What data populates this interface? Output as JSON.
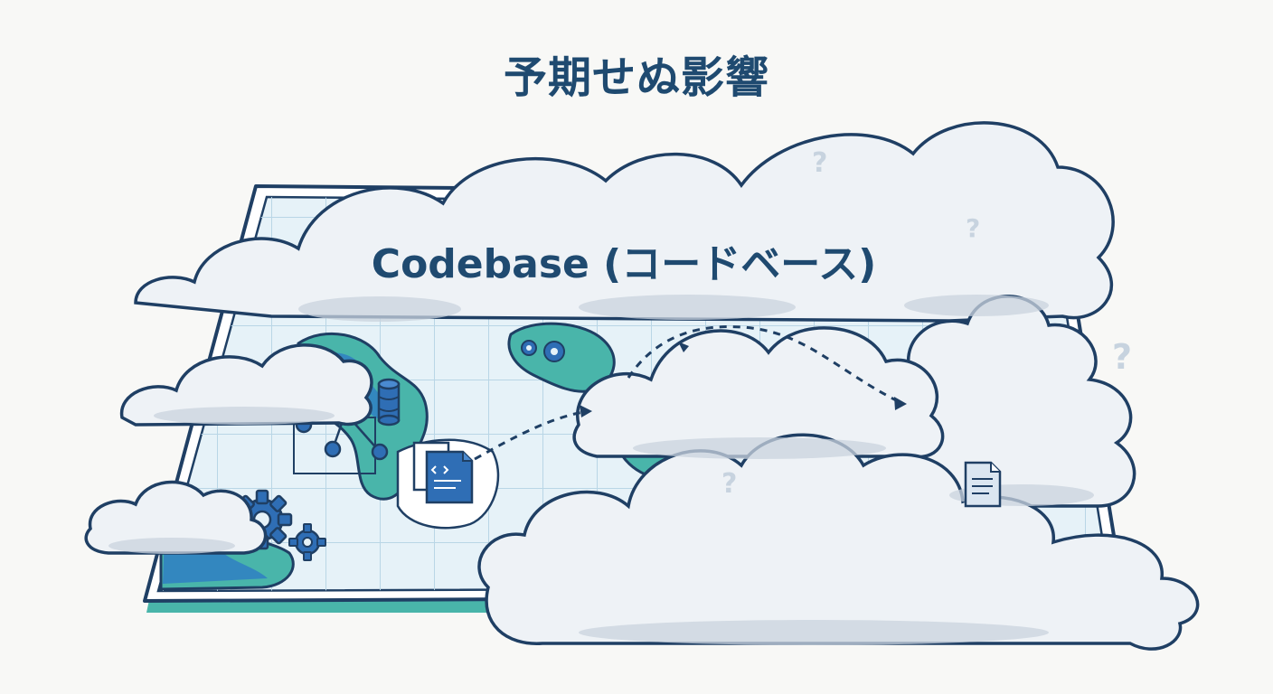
{
  "header": {
    "title": "予期せぬ影響"
  },
  "map": {
    "label": "Codebase (コードベース)",
    "question_mark": "?"
  },
  "icons": {
    "gears": "gear-icon",
    "database": "database-icon",
    "graph": "dependency-graph-icon",
    "code_file": "code-file-icon",
    "document": "document-icon",
    "dashed_path": "dashed-arrow-path"
  },
  "colors": {
    "navy": "#1f3f64",
    "teal": "#49b5aa",
    "map_water": "#e6f2f8",
    "cloud": "#eef2f6",
    "cloud_shadow": "#c9d3dd",
    "icon_blue": "#2f6eb5"
  }
}
